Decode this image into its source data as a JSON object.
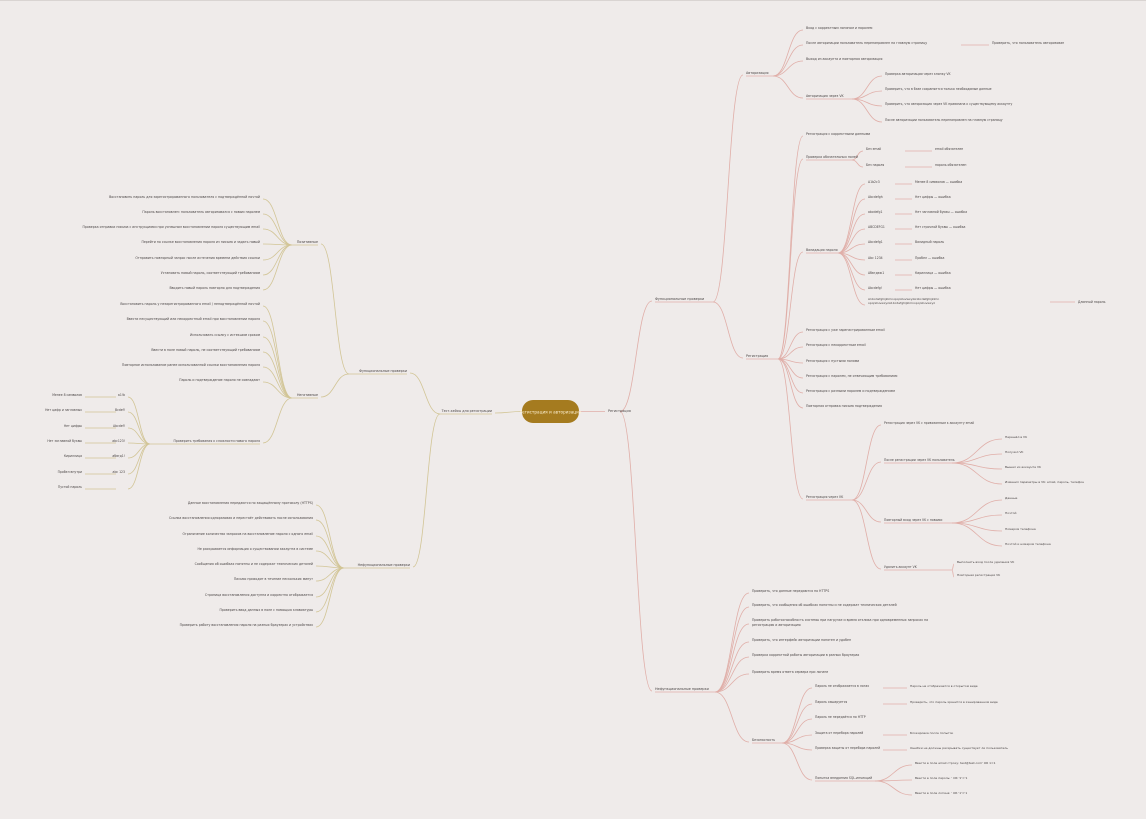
{
  "colors": {
    "background": "#efebea",
    "root_fill": "#a57b1f",
    "left_branch": "#d2c596",
    "right_branch": "#e0aea8",
    "text": "#4a4545"
  },
  "root": {
    "text": "Регистрация и авторизация",
    "connector": "Регистрация"
  },
  "left": {
    "hub": {
      "text": "Тест-кейсы для регистрации",
      "children": [
        {
          "text": "Функциональные проверки",
          "children": [
            {
              "text": "Позитивные",
              "children": [
                {
                  "text": "Восстановить пароль для зарегистрированного пользователя с подтверждённой почтой"
                },
                {
                  "text": "Пароль восстановлен: пользователь авторизовался с новым паролем"
                },
                {
                  "text": "Проверка отправки письма с инструкциями при успешном восстановлении пароля существующим email"
                },
                {
                  "text": "Перейти по ссылке восстановления пароля из письма и задать новый"
                },
                {
                  "text": "Отправить повторный запрос после истечения времени действия ссылки"
                },
                {
                  "text": "Установить новый пароль, соответствующий требованиям"
                },
                {
                  "text": "Вводить новый пароль повторно для подтверждения"
                }
              ]
            },
            {
              "text": "Негативные",
              "children": [
                {
                  "text": "Восстановить пароль у незарегистрированного email / неподтверждённой почтой"
                },
                {
                  "text": "Ввести несуществующий или некорректный email при восстановлении пароля"
                },
                {
                  "text": "Использовать ссылку с истекшим сроком"
                },
                {
                  "text": "Ввести в поле новый пароль, не соответствующий требованиям"
                },
                {
                  "text": "Повторное использование ранее использованной ссылки восстановления пароля"
                },
                {
                  "text": "Пароль и подтверждение пароля не совпадают"
                },
                {
                  "text": "Проверить требования к сложности нового пароля",
                  "children": [
                    {
                      "text": "Менее 8 символов",
                      "example": "a1!b"
                    },
                    {
                      "text": "Нет цифр и заглавных",
                      "example": "Bcdef!"
                    },
                    {
                      "text": "Нет цифры",
                      "example": "Abcdef!"
                    },
                    {
                      "text": "Нет заглавной буквы",
                      "example": "abc123!"
                    },
                    {
                      "text": "Кириллица",
                      "example": "абвгд1!"
                    },
                    {
                      "text": "Пробел внутри",
                      "example": "abc 123"
                    },
                    {
                      "text": "Пустой пароль",
                      "example": ""
                    }
                  ]
                }
              ]
            }
          ]
        },
        {
          "text": "Нефункциональные проверки",
          "children": [
            {
              "text": "Данные восстановления передаются по защищённому протоколу (HTTPS)"
            },
            {
              "text": "Ссылка восстановления одноразовая и перестаёт действовать после использования"
            },
            {
              "text": "Ограничение количества запросов на восстановление пароля с одного email"
            },
            {
              "text": "Не раскрывается информация о существовании аккаунта в системе"
            },
            {
              "text": "Сообщения об ошибках понятны и не содержат технических деталей"
            },
            {
              "text": "Письмо приходит в течение нескольких минут"
            },
            {
              "text": "Страница восстановления доступна и корректно отображается"
            },
            {
              "text": "Проверить ввод данных в поле с помощью клавиатуры"
            },
            {
              "text": "Проверить работу восстановления пароля на разных браузерах и устройствах"
            }
          ]
        }
      ]
    }
  },
  "right": [
    {
      "text": "Функциональные проверки",
      "children": [
        {
          "text": "Авторизация",
          "children": [
            {
              "text": "Вход с корректным логином и паролем"
            },
            {
              "text": "После авторизации пользователь перенаправлен на главную страницу",
              "note": "Проверить, что пользователь авторизован"
            },
            {
              "text": "Выход из аккаунта и повторная авторизация"
            },
            {
              "text": "Авторизация через VK",
              "children": [
                {
                  "text": "Проверка авторизации через кнопку VK"
                },
                {
                  "text": "Проверить, что в базе сохраняется только необходимые данные"
                },
                {
                  "text": "Проверить, что авторизация через VK привязана к существующему аккаунту"
                },
                {
                  "text": "После авторизации пользователь перенаправлен на главную страницу"
                }
              ]
            }
          ]
        },
        {
          "text": "Регистрация",
          "children": [
            {
              "text": "Регистрация с корректными данными"
            },
            {
              "text": "Проверка обязательных полей",
              "children": [
                {
                  "text": "Без email",
                  "note": "email обязателен"
                },
                {
                  "text": "Без пароля",
                  "note": "пароль обязателен"
                }
              ]
            },
            {
              "text": "Валидация пароля",
              "children": [
                {
                  "text": "A1b2c3",
                  "note": "Менее 8 символов — ошибка"
                },
                {
                  "text": "Abcdefgh",
                  "note": "Нет цифры — ошибка"
                },
                {
                  "text": "abcdefg1",
                  "note": "Нет заглавной буквы — ошибка"
                },
                {
                  "text": "ABCDEFG1",
                  "note": "Нет строчной буквы — ошибка"
                },
                {
                  "text": "Abcdefg1",
                  "note": "Валидный пароль"
                },
                {
                  "text": "Abc 1234",
                  "note": "Пробел — ошибка"
                },
                {
                  "text": "Абвгдеж1",
                  "note": "Кириллица — ошибка"
                },
                {
                  "text": "Abcdefg!",
                  "note": "Нет цифры — ошибка"
                },
                {
                  "text": "A1bcdefghijklmnopqrstuvwxyzA1bcdefghijklmnopqrstuvwxyzA1bcdefghijklmnopqrstuvwxyz",
                  "note": "Длинный пароль"
                }
              ]
            },
            {
              "text": "Регистрация с уже зарегистрированным email"
            },
            {
              "text": "Регистрация с некорректным email"
            },
            {
              "text": "Регистрация с пустыми полями"
            },
            {
              "text": "Регистрация с паролем, не отвечающим требованиям"
            },
            {
              "text": "Регистрация с разными паролем и подтверждением"
            },
            {
              "text": "Повторная отправка письма подтверждения"
            },
            {
              "text": "Регистрация через VK",
              "children": [
                {
                  "text": "Регистрация через VK с привязанным к аккаунту email"
                },
                {
                  "text": "После регистрации через VK пользователь",
                  "children": [
                    {
                      "text": "Перешёл в VK"
                    },
                    {
                      "text": "Получил VK"
                    },
                    {
                      "text": "Вышел из аккаунта VK"
                    },
                    {
                      "text": "Изменил параметры в VK: email, пароль, телефон"
                    }
                  ]
                },
                {
                  "text": "Повторный вход через VK с новыми",
                  "children": [
                    {
                      "text": "Данные"
                    },
                    {
                      "text": "Почтой"
                    },
                    {
                      "text": "Номером телефона"
                    },
                    {
                      "text": "Почтой и номером телефона"
                    }
                  ]
                },
                {
                  "text": "Удалить аккаунт VK",
                  "children": [
                    {
                      "text": "Выполнить вход после удаления VK"
                    },
                    {
                      "text": "Повторная регистрация VK"
                    }
                  ]
                }
              ]
            }
          ]
        }
      ]
    },
    {
      "text": "Нефункциональные проверки",
      "children": [
        {
          "text": "Проверить, что данные передаются по HTTPS"
        },
        {
          "text": "Проверить, что сообщения об ошибках понятны и не содержат технических деталей"
        },
        {
          "text": "Проверить работоспособность системы при нагрузке и время отклика при одновременных запросах на регистрацию и авторизацию"
        },
        {
          "text": "Проверить, что интерфейс авторизации понятен и удобен"
        },
        {
          "text": "Проверка корректной работы авторизации в разных браузерах"
        },
        {
          "text": "Проверить время ответа сервера при логине"
        },
        {
          "text": "Безопасность",
          "children": [
            {
              "text": "Пароль не отображается в логах",
              "note": "Пароль не отображается в открытом виде"
            },
            {
              "text": "Пароль хэшируется",
              "note": "Проверить, что пароль хранится в хэшированном виде"
            },
            {
              "text": "Пароль не передаётся по HTTP"
            },
            {
              "text": "Защита от перебора паролей",
              "note": "Блокировка после попыток"
            },
            {
              "text": "Проверка защиты от перебора паролей",
              "note": "Ошибки не должны раскрывать существует ли пользователь"
            },
            {
              "text": "Попытка внедрения SQL-инъекций",
              "children": [
                {
                  "text": "Ввести в поле email строку: test@test.com' OR 1=1"
                },
                {
                  "text": "Ввести в поле пароль: ' OR '1'='1"
                },
                {
                  "text": "Ввести в поле логина: ' OR '1'='1"
                }
              ]
            }
          ]
        }
      ]
    }
  ]
}
